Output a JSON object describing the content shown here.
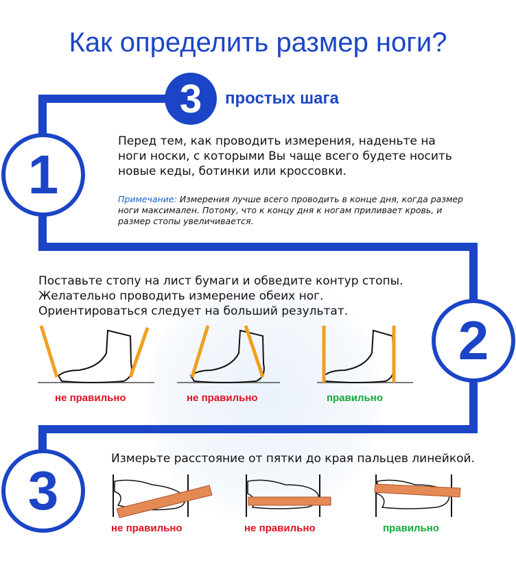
{
  "title": "Как определить размер ноги?",
  "header": {
    "number": "3",
    "subtitle": "простых шага"
  },
  "steps": [
    {
      "number": "1",
      "text": "Перед тем, как проводить измерения, наденьте на ноги носки, с которыми Вы чаще всего будете носить новые кеды, ботинки или кроссовки.",
      "note_label": "Примечание:",
      "note_text": "Измерения лучше всего проводить в конце дня, когда размер ноги максимален. Потому, что к концу дня к ногам приливает кровь, и размер стопы увеличивается."
    },
    {
      "number": "2",
      "text": "Поставьте стопу на лист бумаги и обведите контур стопы. Желательно проводить измерение обеих ног. Ориентироваться следует на больший результат.",
      "examples": [
        {
          "verdict": "не правильно",
          "correct": false
        },
        {
          "verdict": "не правильно",
          "correct": false
        },
        {
          "verdict": "правильно",
          "correct": true
        }
      ]
    },
    {
      "number": "3",
      "text": "Измерьте расстояние от пятки до края пальцев линейкой.",
      "examples": [
        {
          "verdict": "не правильно",
          "correct": false
        },
        {
          "verdict": "не правильно",
          "correct": false
        },
        {
          "verdict": "правильно",
          "correct": true
        }
      ]
    }
  ],
  "colors": {
    "accent": "#1b45c6",
    "wrong": "#e01020",
    "right": "#13a83a"
  }
}
